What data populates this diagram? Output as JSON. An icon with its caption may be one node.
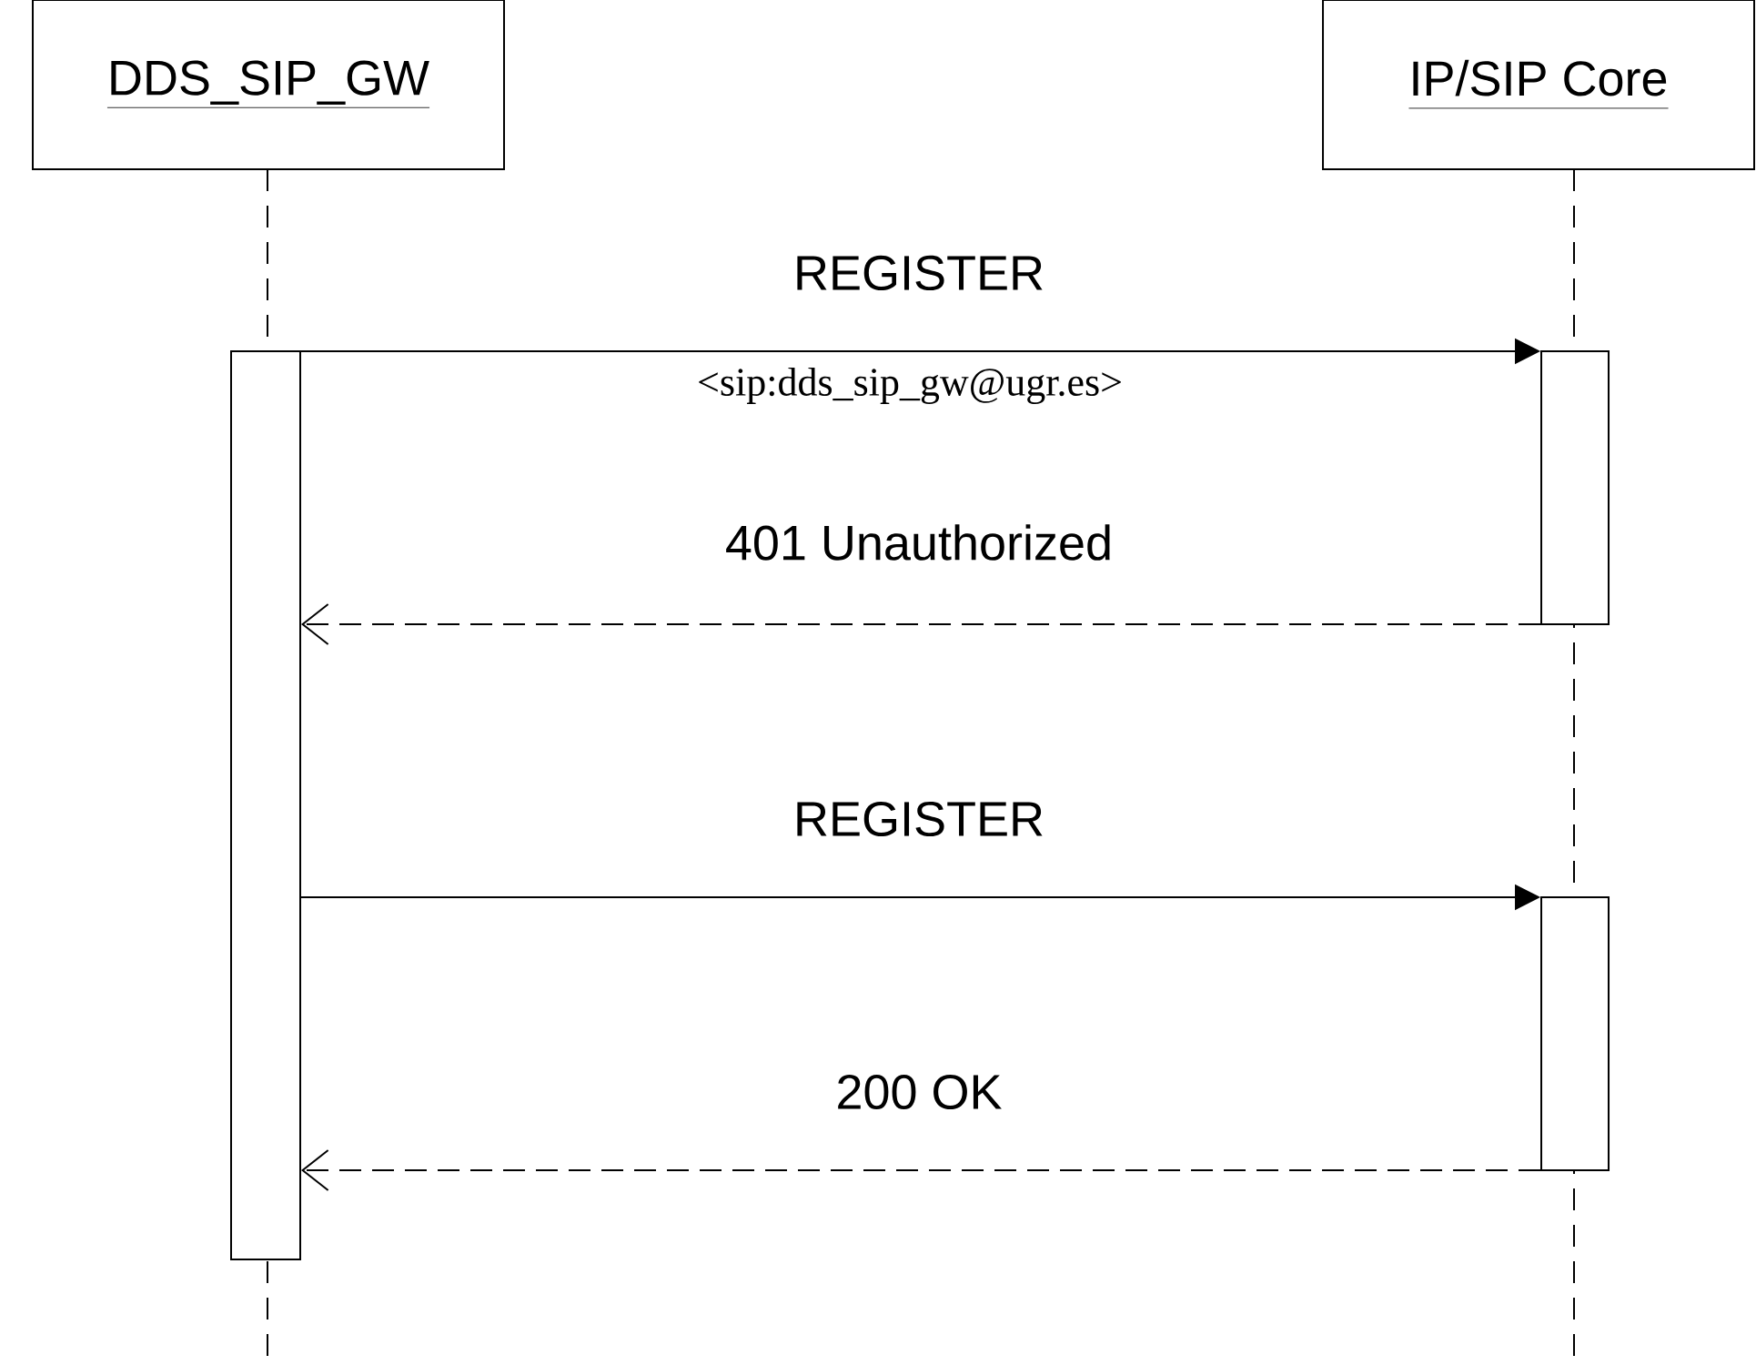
{
  "diagram": {
    "nodes": [
      {
        "text": [
          "DDS_SIP_GW"
        ]
      },
      {
        "text": [
          "IP/SIP Core"
        ]
      },
      {
        "text": [],
        "shape": "bar"
      },
      {
        "text": [],
        "shape": "bar"
      },
      {
        "text": [],
        "shape": "bar"
      }
    ],
    "edges": [
      {
        "from": 2,
        "to": 3,
        "arrow": "to",
        "label": "REGISTER"
      },
      {
        "from": 3,
        "to": 2,
        "arrow": "to",
        "label": "401 Unauthorized",
        "style": "dashed"
      },
      {
        "from": 2,
        "to": 4,
        "arrow": "to",
        "label": "REGISTER"
      },
      {
        "from": 4,
        "to": 2,
        "arrow": "to",
        "label": "200 OK",
        "style": "dashed"
      }
    ],
    "labels": [
      "<sip:dds_sip_gw@ugr.es>"
    ]
  }
}
